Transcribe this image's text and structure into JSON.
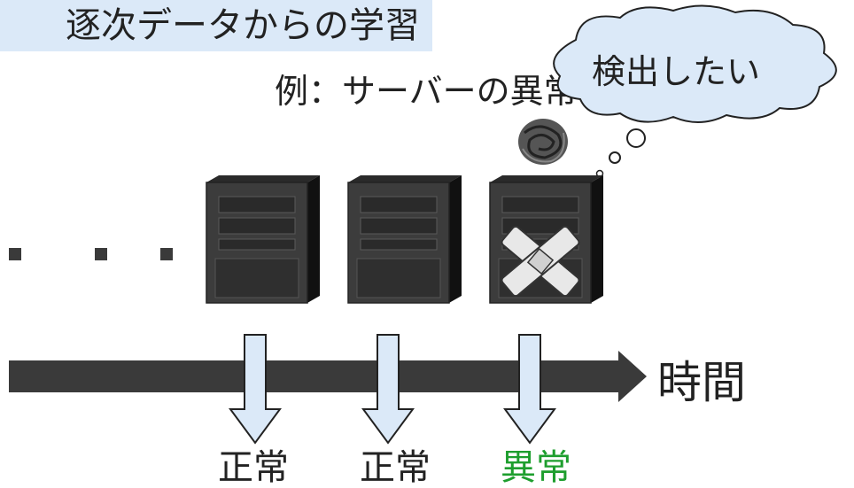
{
  "title": "逐次データからの学習",
  "subtitle": "例：サーバーの異常検出",
  "thought": "検出したい",
  "time_label": "時間",
  "statuses": [
    {
      "label": "正常",
      "color": "#222222"
    },
    {
      "label": "正常",
      "color": "#222222"
    },
    {
      "label": "異常",
      "color": "#1e9e2e"
    }
  ],
  "icons": [
    "server-icon",
    "cross-bandage-icon",
    "scribble-icon",
    "thought-bubble-icon",
    "down-arrow-icon",
    "ellipsis-dots"
  ]
}
